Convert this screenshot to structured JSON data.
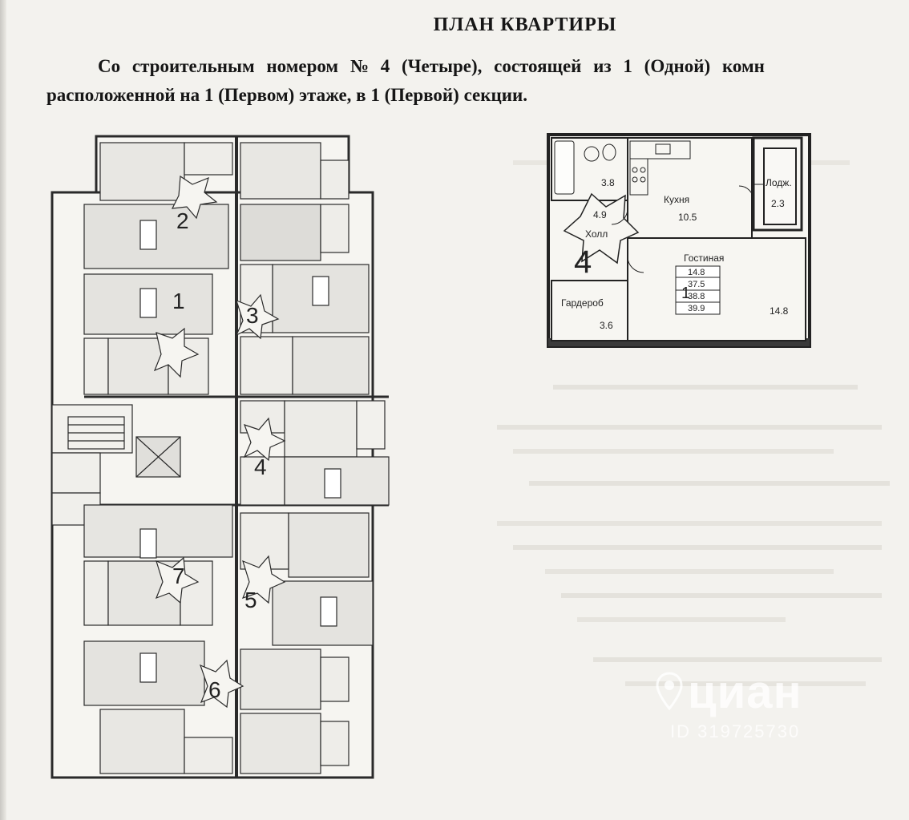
{
  "header": {
    "title": "ПЛАН КВАРТИРЫ",
    "line1": "Со строительным номером № 4 (Четыре), состоящей из 1 (Одной) комн",
    "line2": "расположенной на 1 (Первом) этаже, в 1 (Первой) секции."
  },
  "floor_plan": {
    "apartment_numbers": [
      "2",
      "1",
      "3",
      "4",
      "7",
      "5",
      "6"
    ]
  },
  "unit_plan": {
    "rooms": {
      "bath": {
        "area": "3.8"
      },
      "kitchen": {
        "name": "Кухня",
        "area": "10.5"
      },
      "loggia": {
        "name": "Лодж.",
        "area": "2.3"
      },
      "hall": {
        "name": "Холл",
        "area": "4.9"
      },
      "living": {
        "name": "Гостиная",
        "area": "14.8"
      },
      "wardrobe": {
        "name": "Гардероб",
        "area": "3.6"
      }
    },
    "apartment_number": "4",
    "summary": {
      "rooms": "1",
      "values": [
        "14.8",
        "37.5",
        "38.8",
        "39.9"
      ]
    }
  },
  "watermark": {
    "brand": "циан",
    "id": "ID 319725730"
  }
}
